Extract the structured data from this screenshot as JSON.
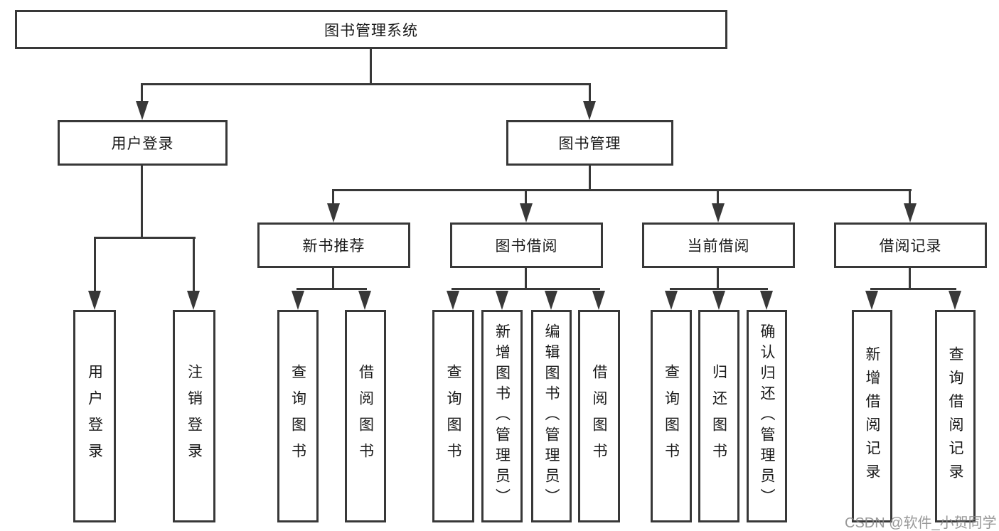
{
  "diagram": {
    "root": {
      "label": "图书管理系统"
    },
    "branches": [
      {
        "label": "用户登录",
        "children": [
          {
            "label": "用户登录"
          },
          {
            "label": "注销登录"
          }
        ]
      },
      {
        "label": "图书管理",
        "sections": [
          {
            "label": "新书推荐",
            "children": [
              {
                "label": "查询图书"
              },
              {
                "label": "借阅图书"
              }
            ]
          },
          {
            "label": "图书借阅",
            "children": [
              {
                "label": "查询图书"
              },
              {
                "label": "新增图书（管理员）"
              },
              {
                "label": "编辑图书（管理员）"
              },
              {
                "label": "借阅图书"
              }
            ]
          },
          {
            "label": "当前借阅",
            "children": [
              {
                "label": "查询图书"
              },
              {
                "label": "归还图书"
              },
              {
                "label": "确认归还（管理员）"
              }
            ]
          },
          {
            "label": "借阅记录",
            "children": [
              {
                "label": "新增借阅记录"
              },
              {
                "label": "查询借阅记录"
              }
            ]
          }
        ]
      }
    ]
  },
  "watermark": {
    "text": "CSDN @软件_小贺同学"
  },
  "colors": {
    "line": "#383838",
    "box_border": "#383838",
    "text": "#1a1a1a",
    "background": "#ffffff",
    "watermark": "#868686"
  }
}
